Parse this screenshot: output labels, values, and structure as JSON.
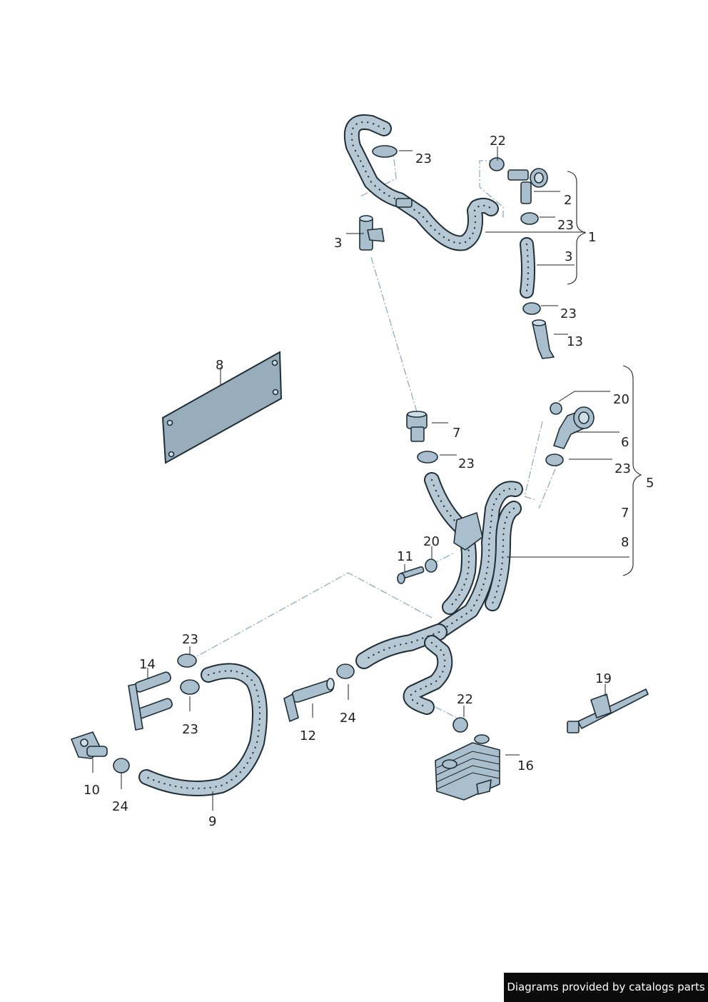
{
  "callouts": {
    "c1": "1",
    "c2": "2",
    "c3a": "3",
    "c3b": "3",
    "c5": "5",
    "c6": "6",
    "c7a": "7",
    "c7b": "7",
    "c8a": "8",
    "c8b": "8",
    "c9": "9",
    "c10": "10",
    "c11": "11",
    "c12": "12",
    "c13": "13",
    "c14": "14",
    "c16": "16",
    "c19": "19",
    "c20a": "20",
    "c20b": "20",
    "c22a": "22",
    "c22b": "22",
    "c23a": "23",
    "c23b": "23",
    "c23c": "23",
    "c23d": "23",
    "c23e": "23",
    "c23f": "23",
    "c23g": "23",
    "c24a": "24",
    "c24b": "24"
  },
  "footer": {
    "credit": "Diagrams provided by catalogs parts"
  },
  "colors": {
    "part_fill": "#a9bfcd",
    "outline": "#1f2d36",
    "dash_line": "#8aa6ba",
    "credit_bg": "#0b0b0b"
  }
}
